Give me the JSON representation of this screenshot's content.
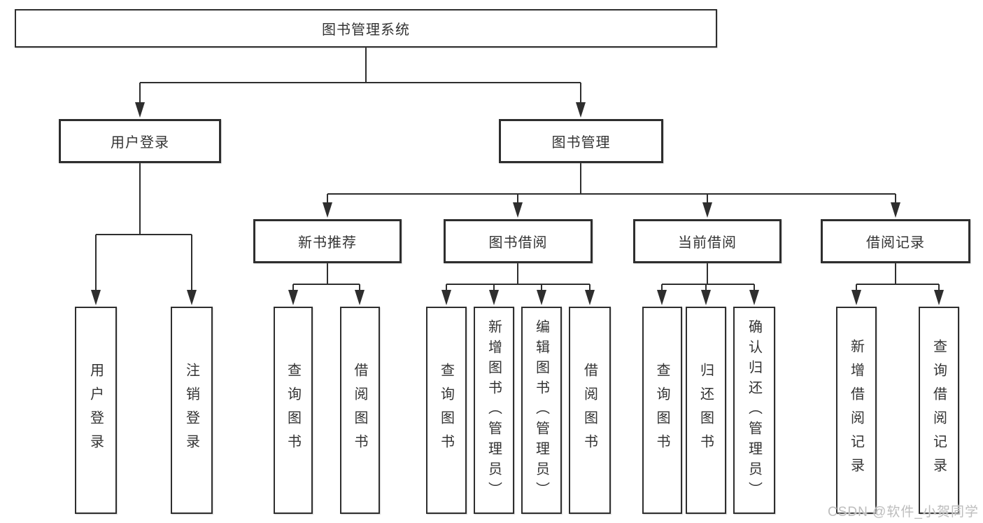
{
  "diagram": {
    "root": {
      "label": "图书管理系统"
    },
    "level2": [
      {
        "label": "用户登录"
      },
      {
        "label": "图书管理"
      }
    ],
    "level3": [
      {
        "label": "新书推荐"
      },
      {
        "label": "图书借阅"
      },
      {
        "label": "当前借阅"
      },
      {
        "label": "借阅记录"
      }
    ],
    "level4": [
      {
        "label": "用户登录"
      },
      {
        "label": "注销登录"
      },
      {
        "label": "查询图书"
      },
      {
        "label": "借阅图书"
      },
      {
        "label": "查询图书"
      },
      {
        "label": "新增图书（管理员）"
      },
      {
        "label": "编辑图书（管理员）"
      },
      {
        "label": "借阅图书"
      },
      {
        "label": "查询图书"
      },
      {
        "label": "归还图书"
      },
      {
        "label": "确认归还（管理员）"
      },
      {
        "label": "新增借阅记录"
      },
      {
        "label": "查询借阅记录"
      }
    ]
  },
  "watermark": {
    "text": "CSDN @软件_小贺同学"
  },
  "colors": {
    "line": "#2e2e2e",
    "border": "#2e2e2e",
    "text": "#333333",
    "background": "#ffffff",
    "watermark": "#bdbdbd"
  }
}
